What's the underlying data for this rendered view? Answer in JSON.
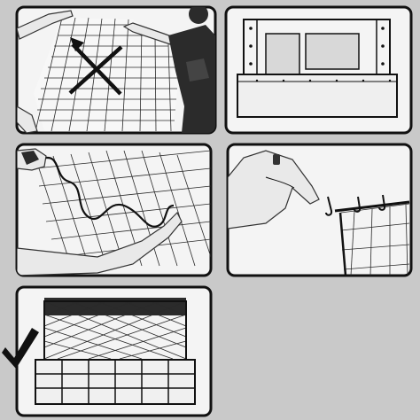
{
  "diagram": {
    "steps": [
      {
        "id": 1,
        "name": "stretch-net-diagonally",
        "mark": "cross-out"
      },
      {
        "id": 2,
        "name": "balcony-front-with-windows",
        "mark": "none"
      },
      {
        "id": 3,
        "name": "thread-cord-through-net-mesh",
        "mark": "none"
      },
      {
        "id": 4,
        "name": "attach-net-with-hooks",
        "mark": "none"
      },
      {
        "id": 5,
        "name": "net-installed-on-balcony",
        "mark": "checkmark"
      }
    ],
    "background_color": "#c9c9c9",
    "panel_color": "#f4f4f4",
    "line_color": "#111111"
  }
}
